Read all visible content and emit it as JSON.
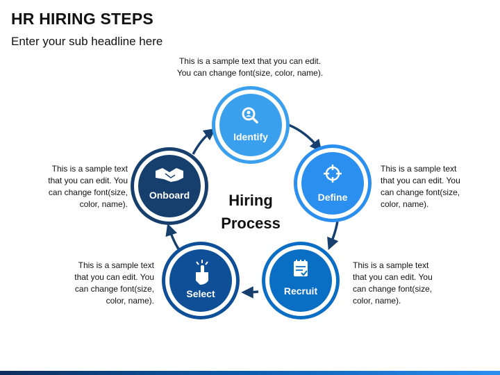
{
  "header": {
    "title": "HR HIRING STEPS",
    "subtitle": "Enter your sub headline here"
  },
  "diagram": {
    "center_line1": "Hiring",
    "center_line2": "Process",
    "steps": [
      {
        "label": "Identify",
        "icon": "magnifier-person-icon",
        "color": "#3aa0ee"
      },
      {
        "label": "Define",
        "icon": "crosshair-target-icon",
        "color": "#2b8ff0"
      },
      {
        "label": "Recruit",
        "icon": "clipboard-check-icon",
        "color": "#0b6ec5"
      },
      {
        "label": "Select",
        "icon": "hand-click-icon",
        "color": "#0e4f98"
      },
      {
        "label": "Onboard",
        "icon": "handshake-icon",
        "color": "#173f6e"
      }
    ],
    "notes": {
      "top": [
        "This is a sample text that you can edit.",
        "You can change font(size, color, name)."
      ],
      "right_top": [
        "This is a sample text",
        "that you can edit. You",
        "can change font(size,",
        "color, name)."
      ],
      "right_bottom": [
        "This is a sample text",
        "that you can edit. You",
        "can change font(size,",
        "color, name)."
      ],
      "left_top": [
        "This is a sample text",
        "that you can edit. You",
        "can change font(size,",
        "color, name)."
      ],
      "left_bottom": [
        "This is a sample text",
        "that you can edit. You",
        "can change font(size,",
        "color, name)."
      ]
    }
  },
  "colors": {
    "arrow": "#173f6e",
    "ring_outer": "#ffffff"
  }
}
